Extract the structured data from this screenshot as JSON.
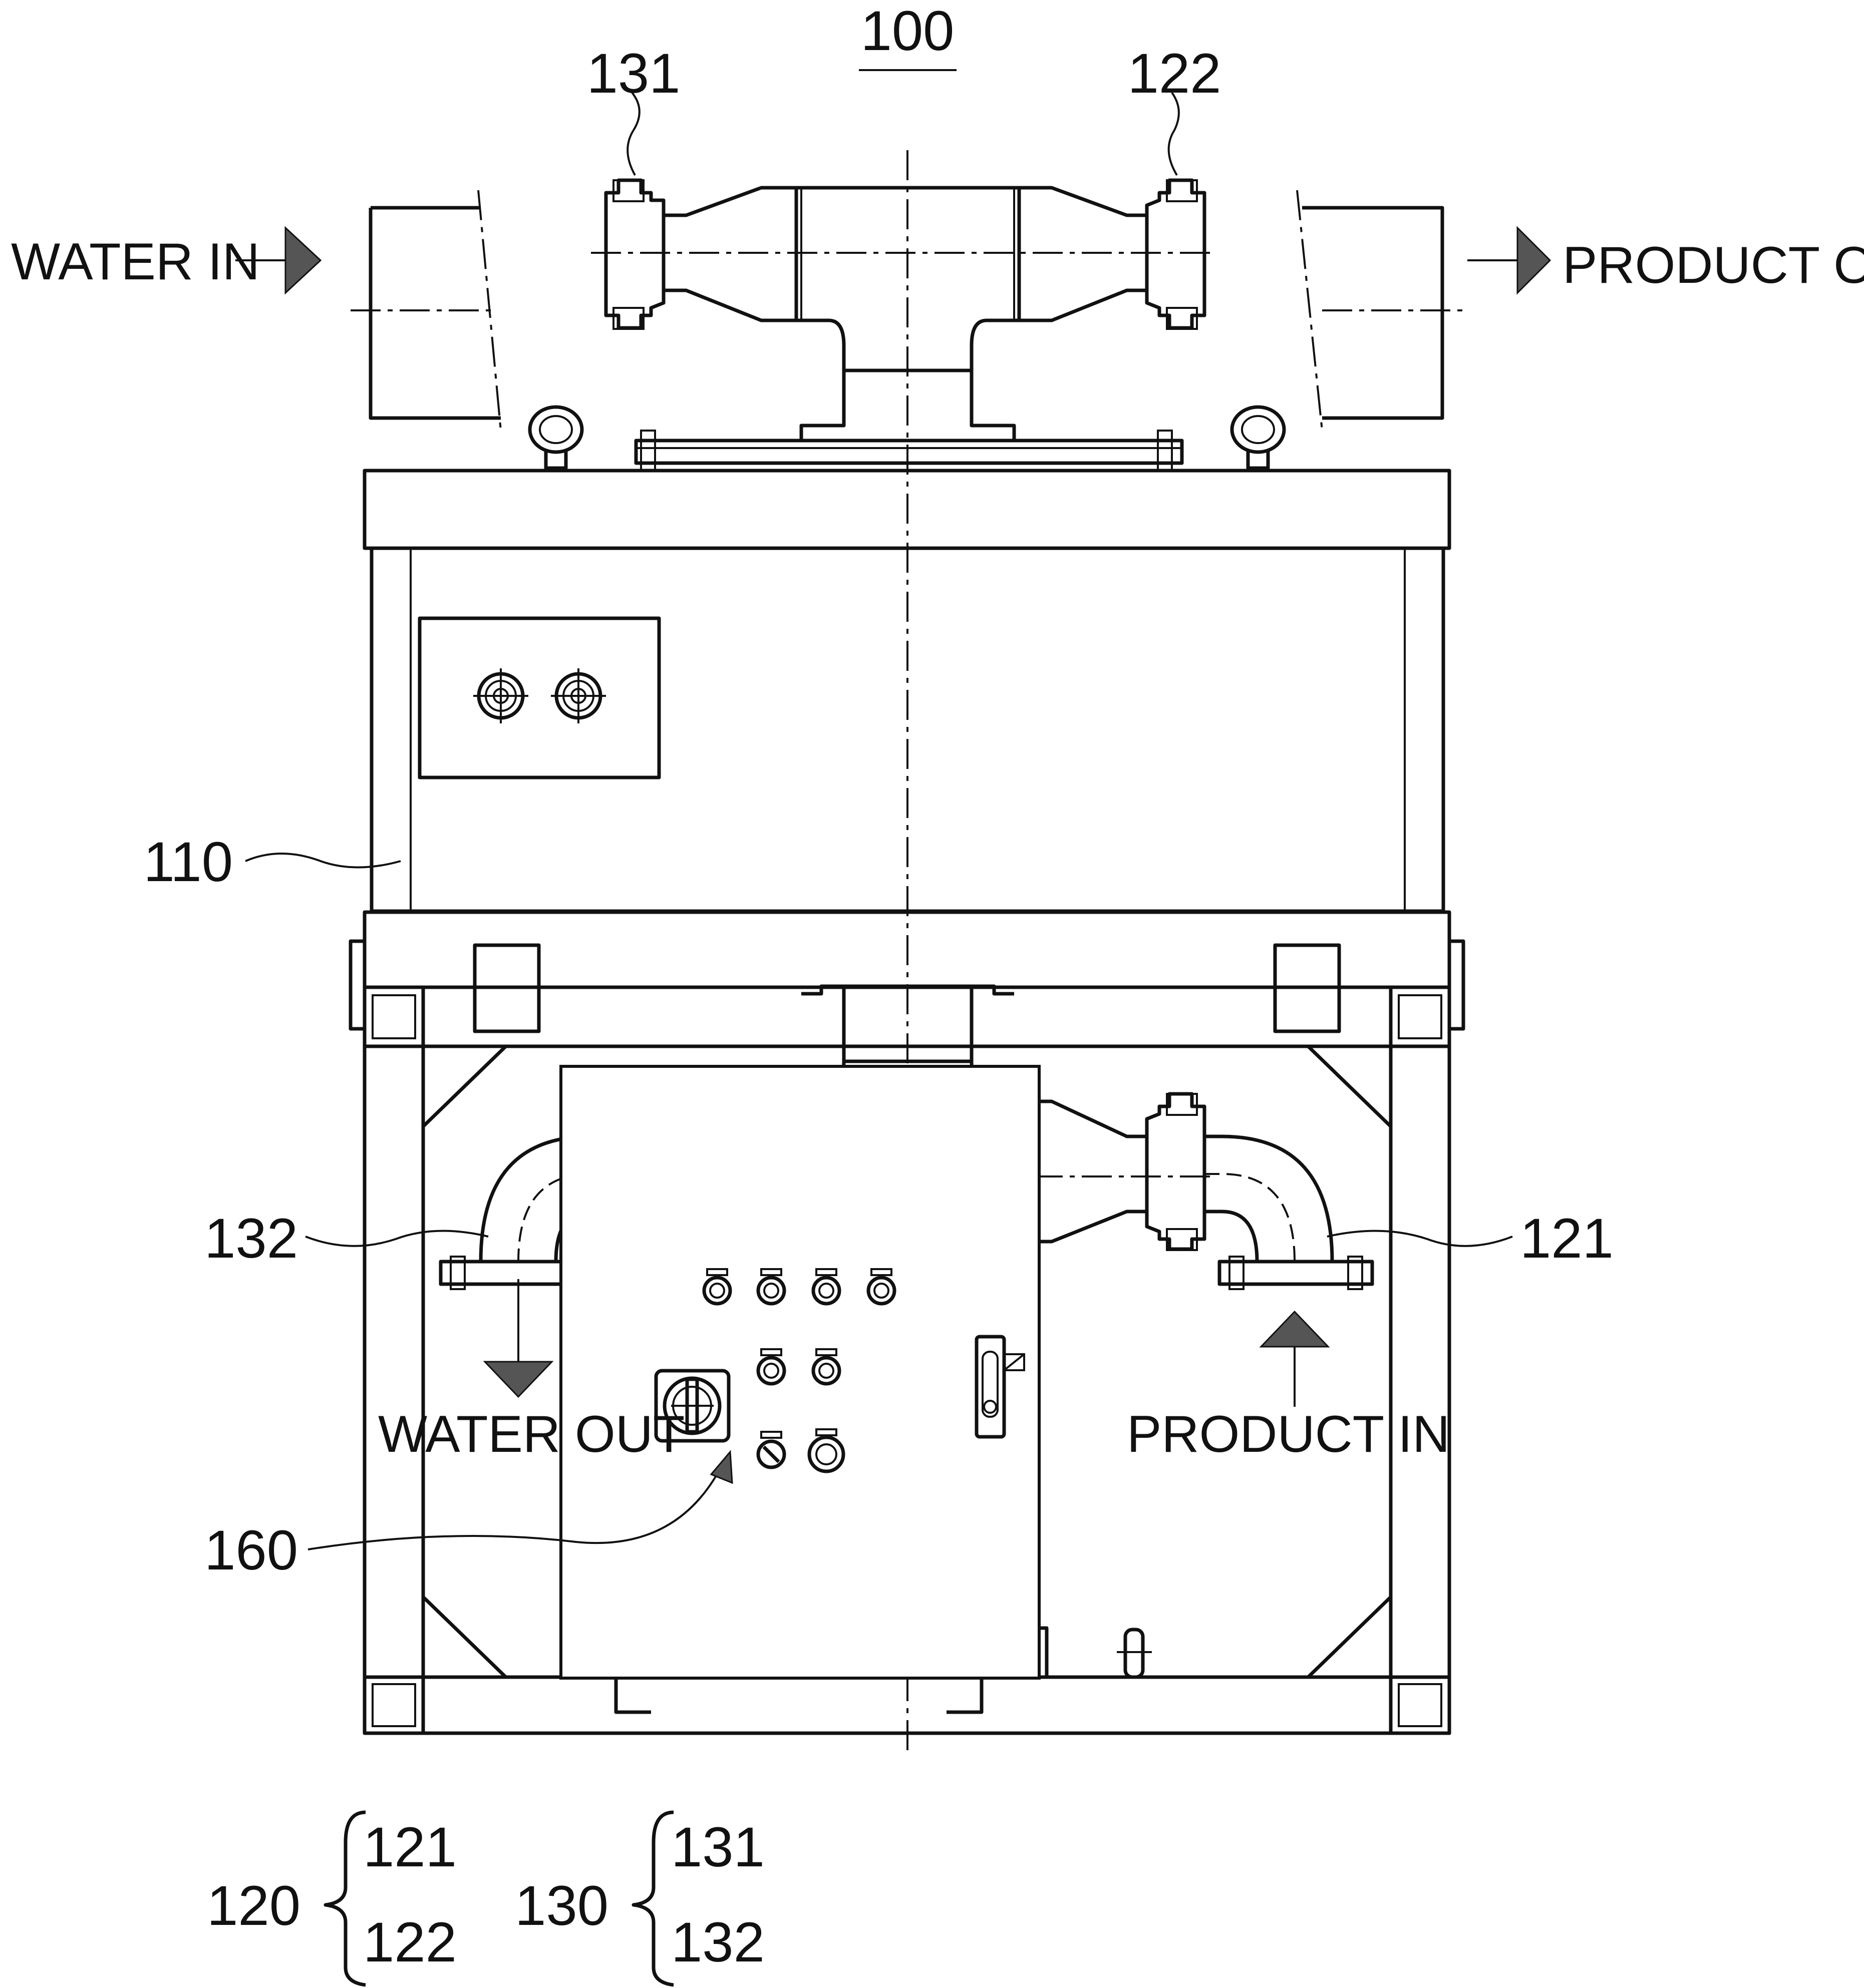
{
  "labels": {
    "ref_100": "100",
    "ref_110": "110",
    "ref_121": "121",
    "ref_122": "122",
    "ref_131": "131",
    "ref_132": "132",
    "ref_160": "160",
    "water_in": "WATER IN",
    "product_out": "PRODUCT OUT",
    "water_out": "WATER OUT",
    "product_in": "PRODUCT IN"
  },
  "legend": {
    "group_120": {
      "label": "120",
      "items": [
        "121",
        "122"
      ]
    },
    "group_130": {
      "label": "130",
      "items": [
        "131",
        "132"
      ]
    }
  }
}
